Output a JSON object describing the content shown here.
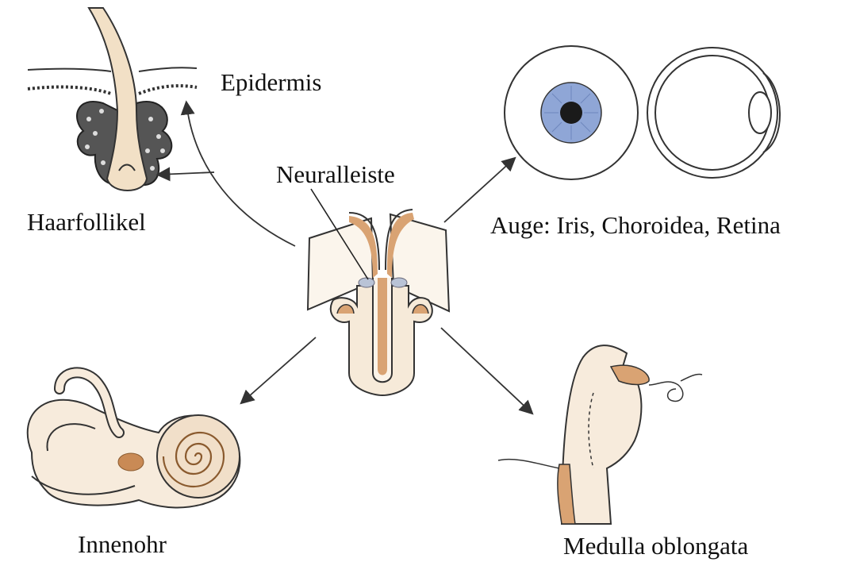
{
  "labels": {
    "epidermis": "Epidermis",
    "haarfollikel": "Haarfollikel",
    "neuralleiste": "Neuralleiste",
    "auge": "Auge: Iris, Choroidea, Retina",
    "innenohr": "Innenohr",
    "medulla": "Medulla oblongata"
  },
  "colors": {
    "ink": "#222222",
    "tan": "#c98a55",
    "tan_light": "#f1dfc9",
    "iris": "#8fa6d6",
    "pupil": "#1a1a1a"
  }
}
